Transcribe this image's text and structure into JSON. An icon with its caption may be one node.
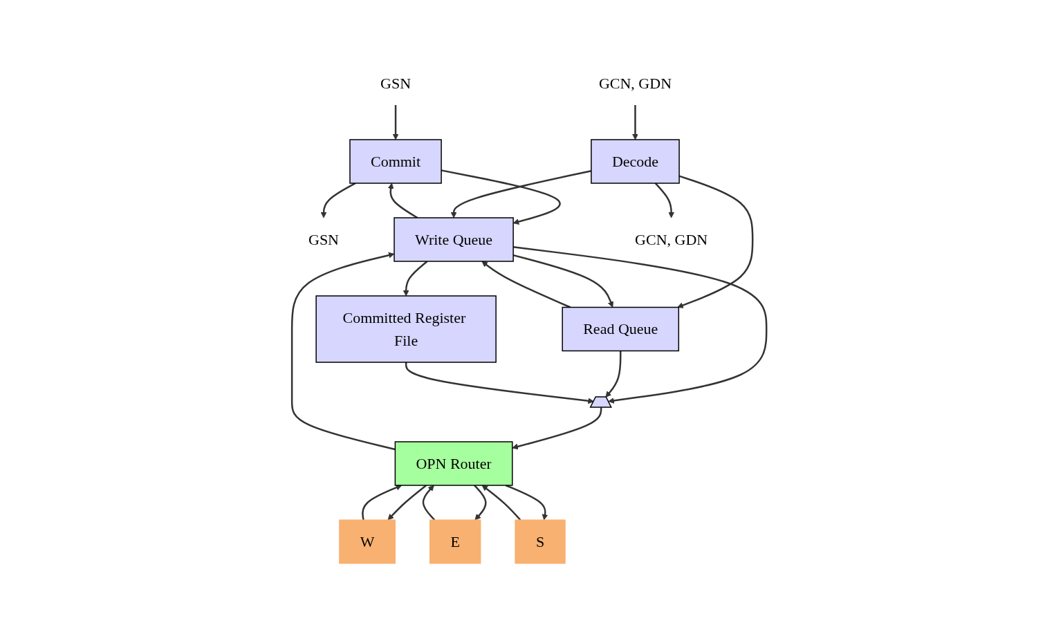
{
  "diagram": {
    "nodes": [
      {
        "text": [
          "GSN"
        ]
      },
      {
        "text": [
          "Commit"
        ]
      },
      {
        "text": [
          "GSN"
        ]
      },
      {
        "text": [
          "Decode"
        ]
      },
      {
        "text": [
          "GCN, GDN"
        ]
      },
      {
        "text": [
          "Write Queue"
        ]
      },
      {
        "text": [
          "Read Queue"
        ]
      },
      {
        "text": [],
        "shape": "trapezoid"
      },
      {
        "text": [
          "OPN Router"
        ]
      },
      {
        "text": [
          "W"
        ]
      },
      {
        "text": [
          "E"
        ]
      },
      {
        "text": [
          "S"
        ]
      },
      {
        "text": [
          "Committed Register File"
        ]
      },
      {
        "text": [
          "GCN, GDN"
        ]
      }
    ],
    "edges": [
      {
        "from": 0,
        "to": 1,
        "arrow": "to"
      },
      {
        "from": 1,
        "to": 2,
        "arrow": "to"
      },
      {
        "from": 1,
        "to": 5,
        "arrow": "to"
      },
      {
        "from": 5,
        "to": 1,
        "arrow": "to"
      },
      {
        "from": 4,
        "to": 3,
        "arrow": "to"
      },
      {
        "from": 3,
        "to": 5,
        "arrow": "to"
      },
      {
        "from": 3,
        "to": 6,
        "arrow": "to"
      },
      {
        "from": 3,
        "to": 13,
        "arrow": "to"
      },
      {
        "from": 5,
        "to": 6,
        "arrow": "to"
      },
      {
        "from": 6,
        "to": 5,
        "arrow": "to"
      },
      {
        "from": 5,
        "to": 7,
        "arrow": "to"
      },
      {
        "from": 6,
        "to": 7,
        "arrow": "to"
      },
      {
        "from": 12,
        "to": 7,
        "arrow": "to"
      },
      {
        "from": 7,
        "to": 8,
        "arrow": "to"
      },
      {
        "from": 8,
        "to": 5,
        "arrow": "to"
      },
      {
        "from": 5,
        "to": 12,
        "arrow": "to"
      },
      {
        "from": 8,
        "to": 9,
        "arrow": "to"
      },
      {
        "from": 9,
        "to": 8,
        "arrow": "to"
      },
      {
        "from": 10,
        "to": 8,
        "arrow": "to"
      },
      {
        "from": 8,
        "to": 10,
        "arrow": "to"
      },
      {
        "from": 8,
        "to": 11,
        "arrow": "to"
      },
      {
        "from": 11,
        "to": 8,
        "arrow": "to"
      }
    ]
  }
}
